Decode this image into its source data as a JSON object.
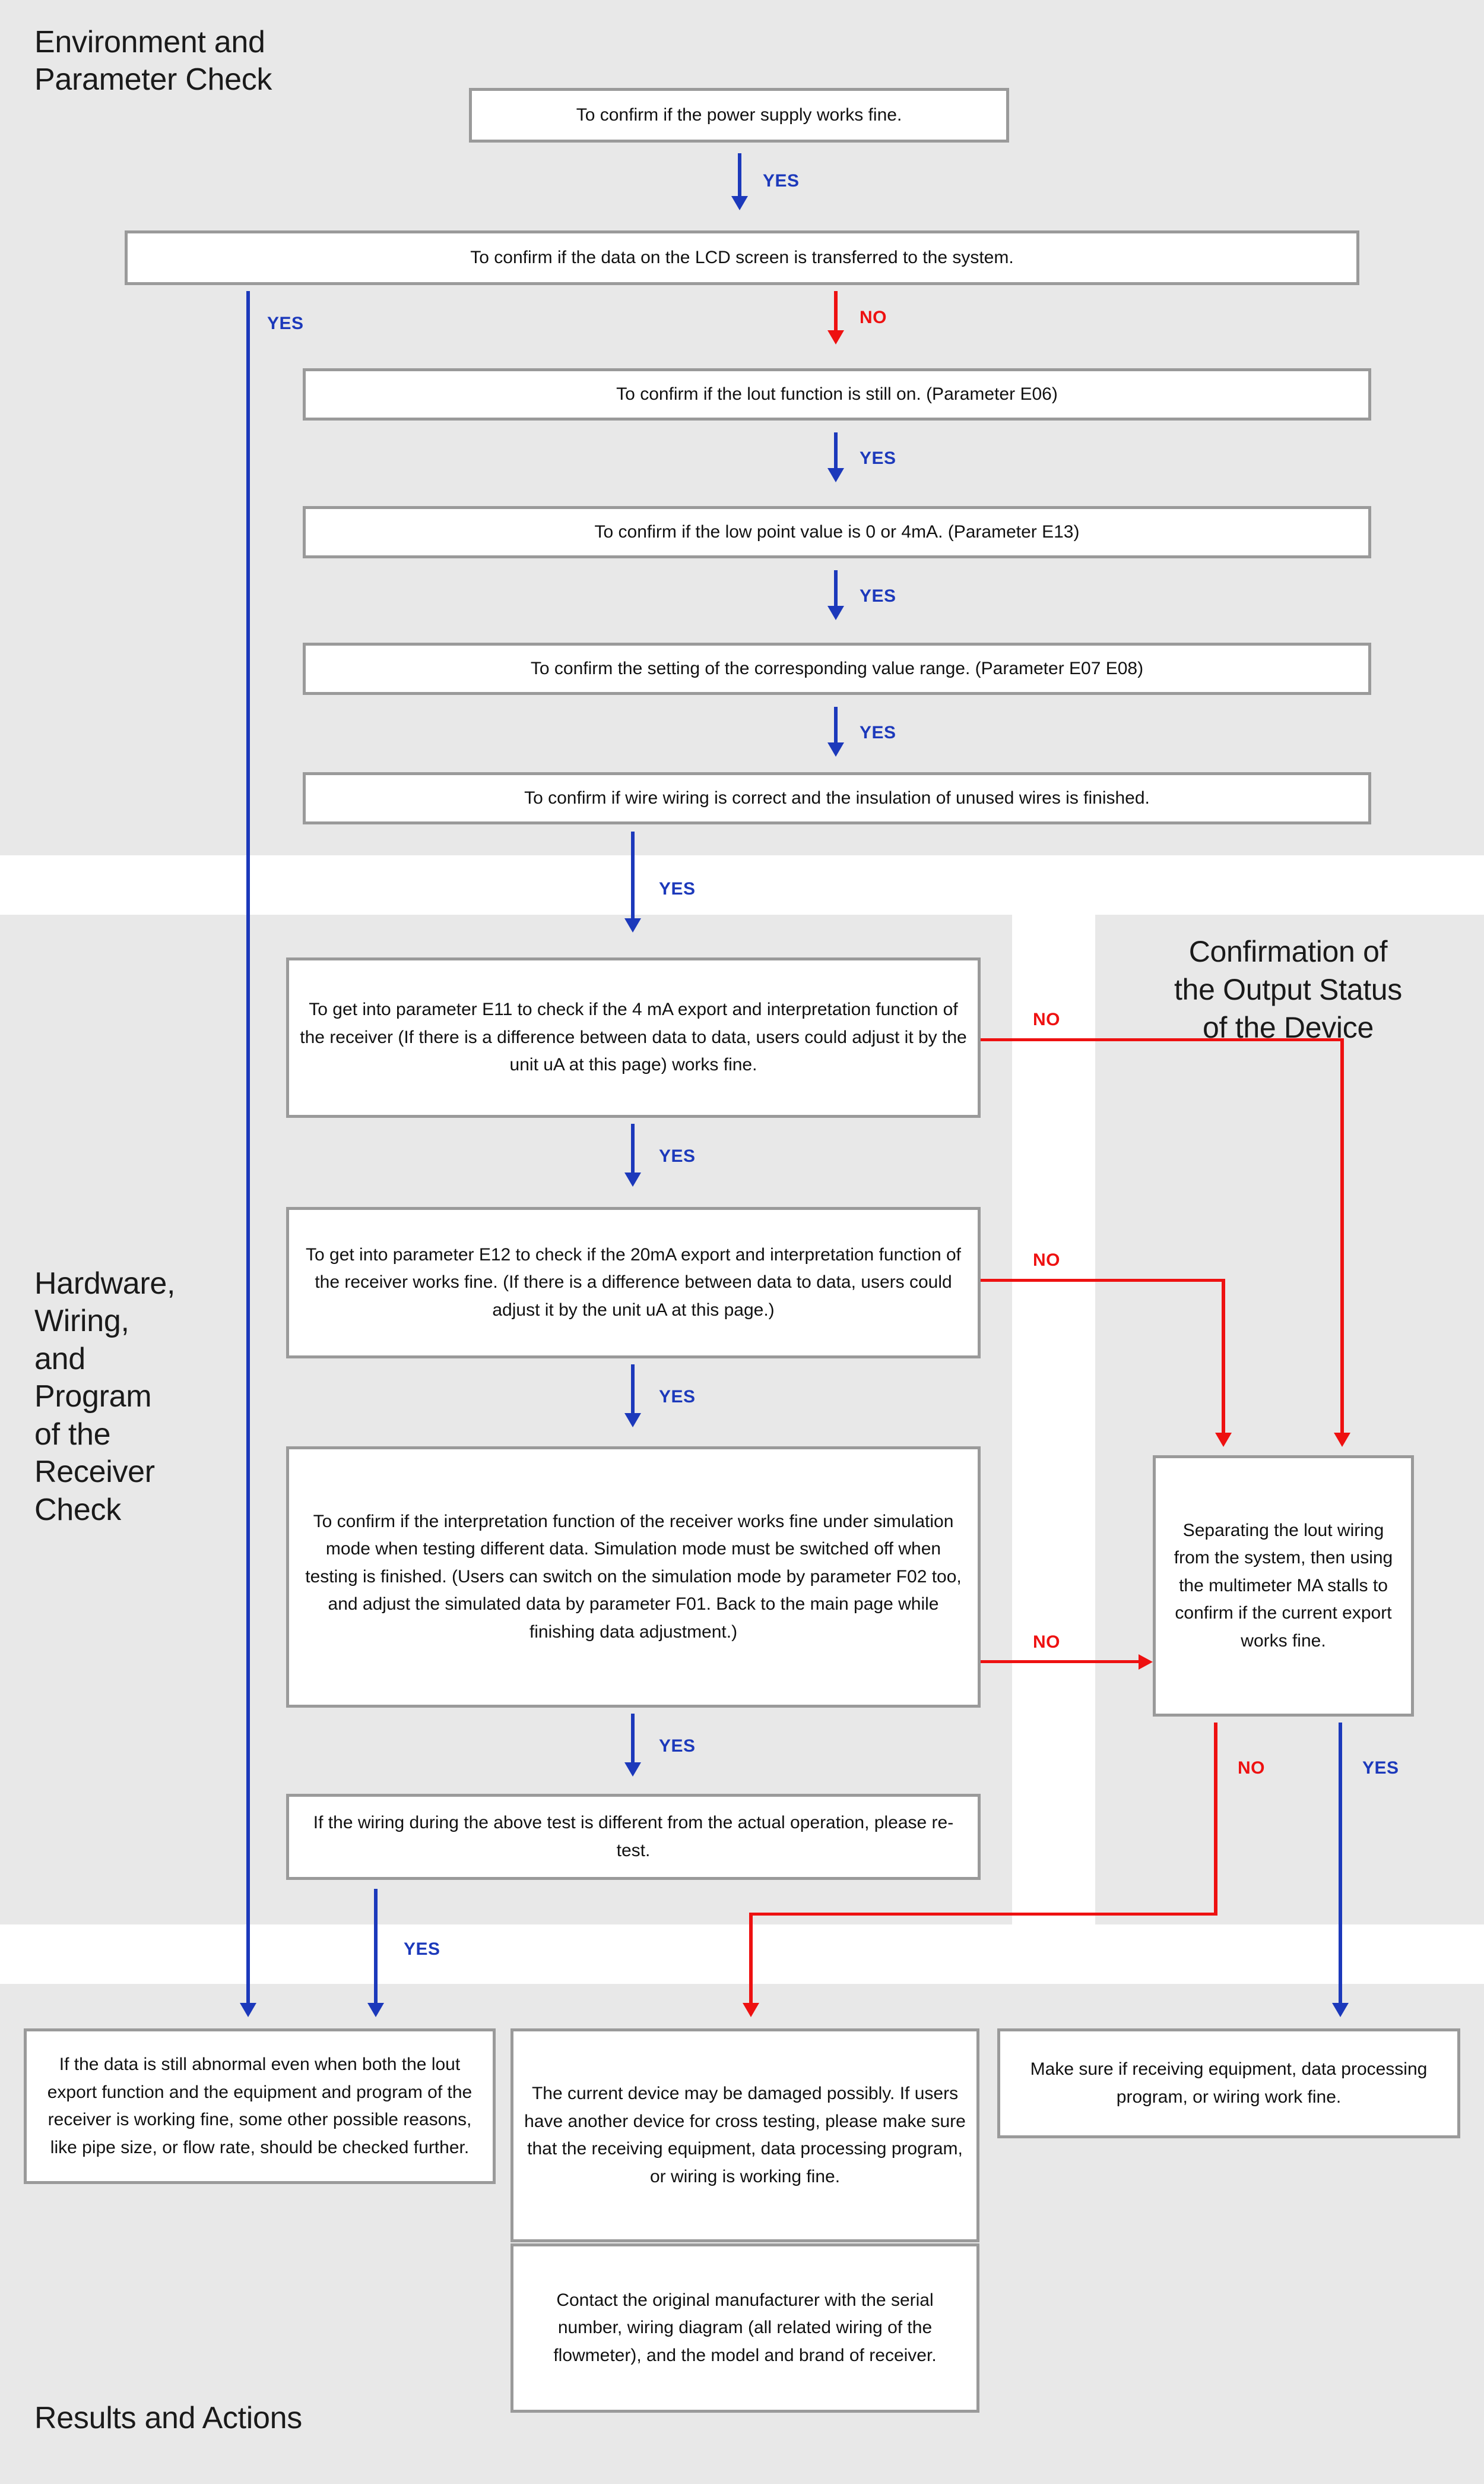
{
  "sections": {
    "environment": "Environment and\nParameter Check",
    "hardware": "Hardware,\nWiring,\nand\nProgram\nof the\nReceiver\nCheck",
    "output": "Confirmation of\nthe Output Status\nof the Device",
    "results": "Results and Actions"
  },
  "boxes": {
    "power_supply": "To confirm if the power supply works fine.",
    "lcd_transfer": "To confirm if the data on the LCD screen is transferred to the system.",
    "iout_on": "To confirm if the lout function is still on. (Parameter E06)",
    "low_point": "To confirm if the low point value is 0 or 4mA. (Parameter E13)",
    "value_range": "To confirm the setting of the corresponding value range. (Parameter E07 E08)",
    "wire_wiring": "To confirm if wire wiring is correct and the insulation of unused wires is finished.",
    "param_e11": "To get into parameter E11 to check if the 4 mA export and interpretation function of the receiver (If there is a difference between data to data, users could adjust it by the unit uA at this page) works fine.",
    "param_e12": "To get into parameter E12 to check if the 20mA export and interpretation function of the receiver works fine. (If there is a difference between data to data, users could adjust it by the unit uA at this page.)",
    "simulation": "To confirm if the interpretation function of the receiver works fine under simulation mode when testing different data. Simulation mode must be switched off when testing is finished. (Users can switch on the simulation mode by parameter F02 too, and adjust the simulated data by parameter F01. Back to the main page while finishing data adjustment.)",
    "retest": "If the wiring during the above test is different from the actual operation, please re-test.",
    "multimeter": "Separating the lout wiring from the system, then using the multimeter MA stalls to confirm if the current export works fine.",
    "result_other_reasons": "If the data is still abnormal even when both the lout export function and the equipment and program of the receiver is working fine, some other possible reasons, like pipe size, or flow rate, should be checked further.",
    "result_damaged": "The current device may be damaged possibly. If users have another device for cross testing, please make sure that the receiving equipment, data processing program, or wiring is working fine.",
    "result_contact": "Contact the original manufacturer with the serial number, wiring diagram (all related wiring of the flowmeter), and the model and brand of receiver.",
    "result_make_sure": "Make sure if receiving equipment, data processing program, or wiring work fine."
  },
  "labels": {
    "yes": "YES",
    "no": "NO"
  },
  "colors": {
    "yes_blue": "#1c39bb",
    "no_red": "#ee1111",
    "band_gray": "#e8e8e8",
    "box_border": "#9a9a9a"
  },
  "edges": [
    {
      "from": "power_supply",
      "to": "lcd_transfer",
      "label": "YES",
      "color": "#1c39bb"
    },
    {
      "from": "lcd_transfer",
      "to": "iout_on",
      "label": "NO",
      "color": "#ee1111"
    },
    {
      "from": "lcd_transfer",
      "to": "result_other_reasons",
      "label": "YES",
      "color": "#1c39bb"
    },
    {
      "from": "iout_on",
      "to": "low_point",
      "label": "YES",
      "color": "#1c39bb"
    },
    {
      "from": "low_point",
      "to": "value_range",
      "label": "YES",
      "color": "#1c39bb"
    },
    {
      "from": "value_range",
      "to": "wire_wiring",
      "label": "YES",
      "color": "#1c39bb"
    },
    {
      "from": "wire_wiring",
      "to": "param_e11",
      "label": "YES",
      "color": "#1c39bb"
    },
    {
      "from": "param_e11",
      "to": "param_e12",
      "label": "YES",
      "color": "#1c39bb"
    },
    {
      "from": "param_e11",
      "to": "multimeter",
      "label": "NO",
      "color": "#ee1111"
    },
    {
      "from": "param_e12",
      "to": "simulation",
      "label": "YES",
      "color": "#1c39bb"
    },
    {
      "from": "param_e12",
      "to": "multimeter",
      "label": "NO",
      "color": "#ee1111"
    },
    {
      "from": "simulation",
      "to": "retest",
      "label": "YES",
      "color": "#1c39bb"
    },
    {
      "from": "simulation",
      "to": "multimeter",
      "label": "NO",
      "color": "#ee1111"
    },
    {
      "from": "retest",
      "to": "result_damaged",
      "label": "YES",
      "color": "#1c39bb"
    },
    {
      "from": "multimeter",
      "to": "result_damaged",
      "label": "NO",
      "color": "#ee1111"
    },
    {
      "from": "multimeter",
      "to": "result_make_sure",
      "label": "YES",
      "color": "#1c39bb"
    }
  ]
}
